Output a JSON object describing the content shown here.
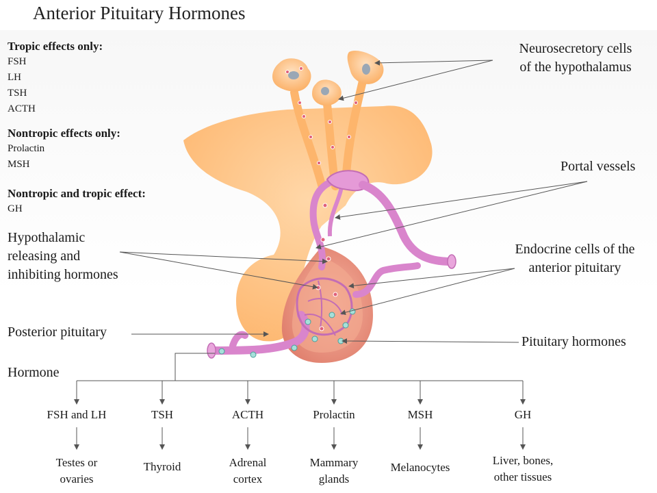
{
  "title": "Anterior Pituitary Hormones",
  "groups": {
    "tropic": {
      "heading": "Tropic effects only:",
      "items": [
        "FSH",
        "LH",
        "TSH",
        "ACTH"
      ]
    },
    "nontropic": {
      "heading": "Nontropic effects only:",
      "items": [
        "Prolactin",
        "MSH"
      ]
    },
    "both": {
      "heading": "Nontropic and tropic effect:",
      "items": [
        "GH"
      ]
    }
  },
  "labels": {
    "neurosecretory_1": "Neurosecretory cells",
    "neurosecretory_2": "of the hypothalamus",
    "portal": "Portal vessels",
    "hypothalamic_1": "Hypothalamic",
    "hypothalamic_2": "releasing and",
    "hypothalamic_3": "inhibiting hormones",
    "endocrine_1": "Endocrine cells of the",
    "endocrine_2": "anterior pituitary",
    "posterior": "Posterior pituitary",
    "pituitary_hormones": "Pituitary hormones",
    "hormone": "Hormone"
  },
  "hormones": [
    {
      "name": "FSH and LH",
      "target_1": "Testes or",
      "target_2": "ovaries"
    },
    {
      "name": "TSH",
      "target_1": "Thyroid",
      "target_2": ""
    },
    {
      "name": "ACTH",
      "target_1": "Adrenal",
      "target_2": "cortex"
    },
    {
      "name": "Prolactin",
      "target_1": "Mammary",
      "target_2": "glands"
    },
    {
      "name": "MSH",
      "target_1": "Melanocytes",
      "target_2": ""
    },
    {
      "name": "GH",
      "target_1": "Liver, bones,",
      "target_2": "other tissues"
    }
  ],
  "colors": {
    "hypothalamus": "#fdbb77",
    "vessel": "#d985cc",
    "pituitary": "#e9917e",
    "arrow": "#555555"
  }
}
